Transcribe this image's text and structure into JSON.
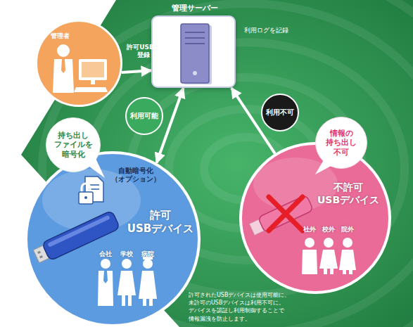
{
  "diagram": {
    "caption": "許可されたUSBデバイスは使用可能に、 未許可のUSBデバイスは利用不可に。 デバイスを認証し利用制御することで 情報漏洩を防止します。",
    "nodes": [
      {
        "text": [
          "管理者"
        ]
      },
      {
        "text": [
          "管理サーバー",
          "利用ログを記録"
        ]
      },
      {
        "text": [
          "許可 USBデバイス",
          "自動暗号化 （オプション）"
        ]
      },
      {
        "text": [
          "持ち出し ファイルを 暗号化"
        ]
      },
      {
        "text": [
          "不許可 USBデバイス"
        ]
      },
      {
        "text": [
          "情報の 持ち出し 不可"
        ]
      }
    ],
    "edges": [
      {
        "from": 0,
        "to": 1,
        "arrow": "to",
        "label": "許可USBの 登録"
      },
      {
        "from": 1,
        "to": 2,
        "arrow": "both",
        "label": "利用可能"
      },
      {
        "from": 4,
        "to": 1,
        "arrow": "to",
        "label": "利用不可"
      }
    ],
    "labels": [
      "会社",
      "学校",
      "病院",
      "社外",
      "校外",
      "院外"
    ]
  }
}
